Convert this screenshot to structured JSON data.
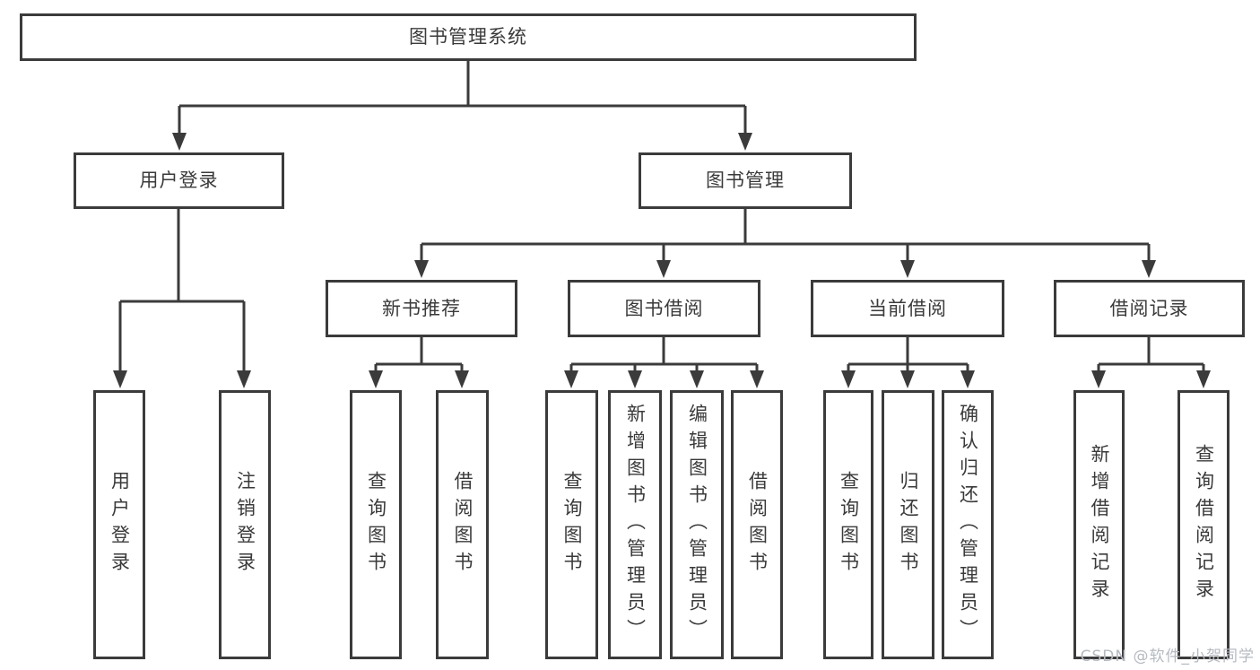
{
  "diagram": {
    "title": "图书管理系统",
    "root": "图书管理系统",
    "level2": {
      "user": "用户登录",
      "book": "图书管理"
    },
    "level3": {
      "recommend": "新书推荐",
      "borrow": "图书借阅",
      "current": "当前借阅",
      "records": "借阅记录"
    },
    "leaves": {
      "user_login": "用户登录",
      "logout": "注销登录",
      "rec_query": "查询图书",
      "rec_borrow": "借阅图书",
      "bor_query": "查询图书",
      "bor_add": "新增图书（管理员）",
      "bor_edit": "编辑图书（管理员）",
      "bor_borrow": "借阅图书",
      "cur_query": "查询图书",
      "cur_return": "归还图书",
      "cur_confirm": "确认归还（管理员）",
      "log_add": "新增借阅记录",
      "log_query": "查询借阅记录"
    }
  },
  "watermark": "CSDN @软件_小贺同学",
  "colors": {
    "line": "#3b3b3b",
    "text": "#3a3a3a",
    "watermark": "#b5bac0",
    "background": "#ffffff"
  }
}
